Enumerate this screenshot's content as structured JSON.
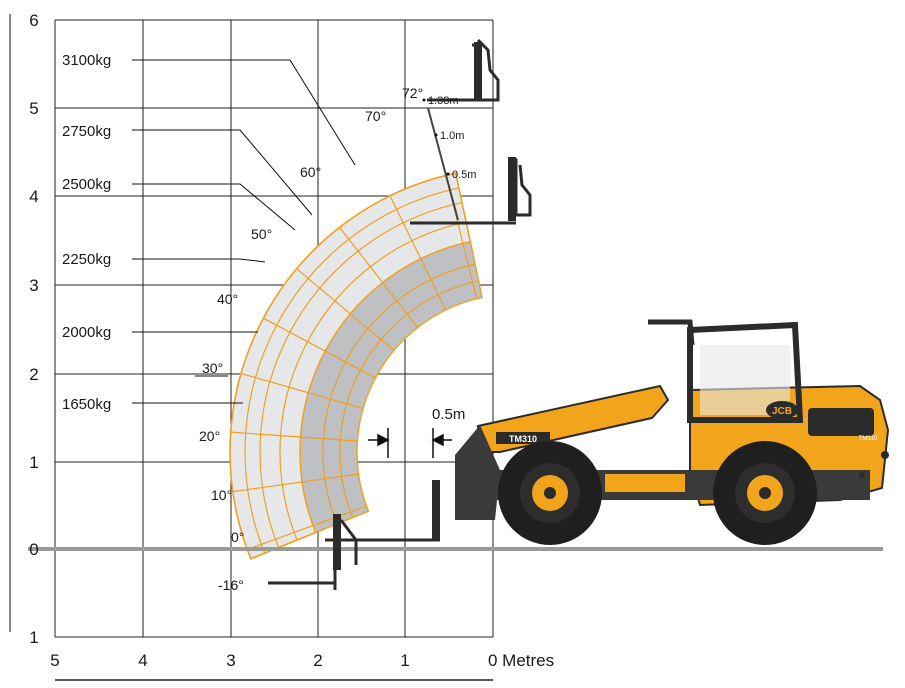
{
  "chart_data": {
    "type": "load-chart",
    "y_ticks": [
      "6",
      "5",
      "4",
      "3",
      "2",
      "1",
      "0",
      "1"
    ],
    "x_ticks": [
      "5",
      "4",
      "3",
      "2",
      "1",
      "0 Metres"
    ],
    "load_zones": [
      {
        "label": "3100kg"
      },
      {
        "label": "2750kg"
      },
      {
        "label": "2500kg"
      },
      {
        "label": "2250kg"
      },
      {
        "label": "2000kg"
      },
      {
        "label": "1650kg"
      }
    ],
    "boom_angles": [
      "72°",
      "70°",
      "60°",
      "50°",
      "40°",
      "30°",
      "20°",
      "10°",
      "0°",
      "-16°"
    ],
    "extension_marks": [
      "1.38m",
      "1.0m",
      "0.5m"
    ],
    "front_offset": "0.5m",
    "colors": {
      "envelope_inner": "#bfc0c3",
      "envelope_outer": "#e8e9eb",
      "grid_orange": "#f0a020",
      "machine_body": "#f2a51a",
      "machine_dark": "#2b2b2b"
    }
  },
  "machine": {
    "brand": "JCB",
    "model": "TM310",
    "boom_badge": "TM310"
  }
}
